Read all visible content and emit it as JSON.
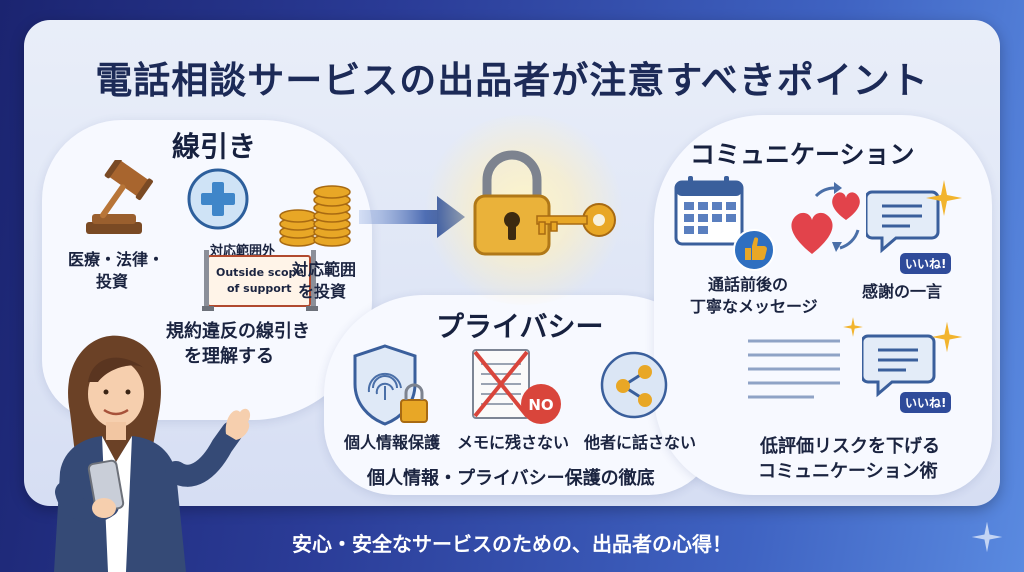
{
  "title": "電話相談サービスの出品者が注意すべきポイント",
  "boundaries": {
    "heading": "線引き",
    "medical_label_line1": "医療・法律・",
    "medical_label_line2": "投資",
    "scope_sign_top": "対応範囲外",
    "scope_sign_line1": "Outside scope",
    "scope_sign_line2": "of support",
    "investment_label_line1": "対応範囲",
    "investment_label_line2": "を投資",
    "summary_line1": "規約違反の線引き",
    "summary_line2": "を理解する"
  },
  "privacy": {
    "heading": "プライバシー",
    "item1": "個人情報保護",
    "item2": "メモに残さない",
    "item3": "他者に話さない",
    "no_badge": "NO",
    "summary": "個人情報・プライバシー保護の徹底"
  },
  "communication": {
    "heading": "コミュニケーション",
    "item1_line1": "通話前後の",
    "item1_line2": "丁寧なメッセージ",
    "item2": "感謝の一言",
    "iine1": "いいね!",
    "iine2": "いいね!",
    "summary_line1": "低評価リスクを下げる",
    "summary_line2": "コミュニケーション術"
  },
  "footer": "安心・安全なサービスのための、出品者の心得！",
  "colors": {
    "background_dark": "#1b2470",
    "background_light": "#5a8ae0",
    "title": "#1c2a57",
    "gold": "#e8a726",
    "accent_blue": "#2f6fc0",
    "heart_red": "#e2434b",
    "no_red": "#d9453b"
  },
  "icons": [
    "gavel-icon",
    "medical-cross-icon",
    "coin-stack-icon",
    "padlock-icon",
    "key-icon",
    "arrow-icon",
    "calendar-icon",
    "thumbs-up-icon",
    "hearts-icon",
    "chat-bubble-icon",
    "shield-fingerprint-icon",
    "notepad-no-icon",
    "share-icon",
    "document-lines-icon",
    "sparkle-icon",
    "person-illustration"
  ]
}
